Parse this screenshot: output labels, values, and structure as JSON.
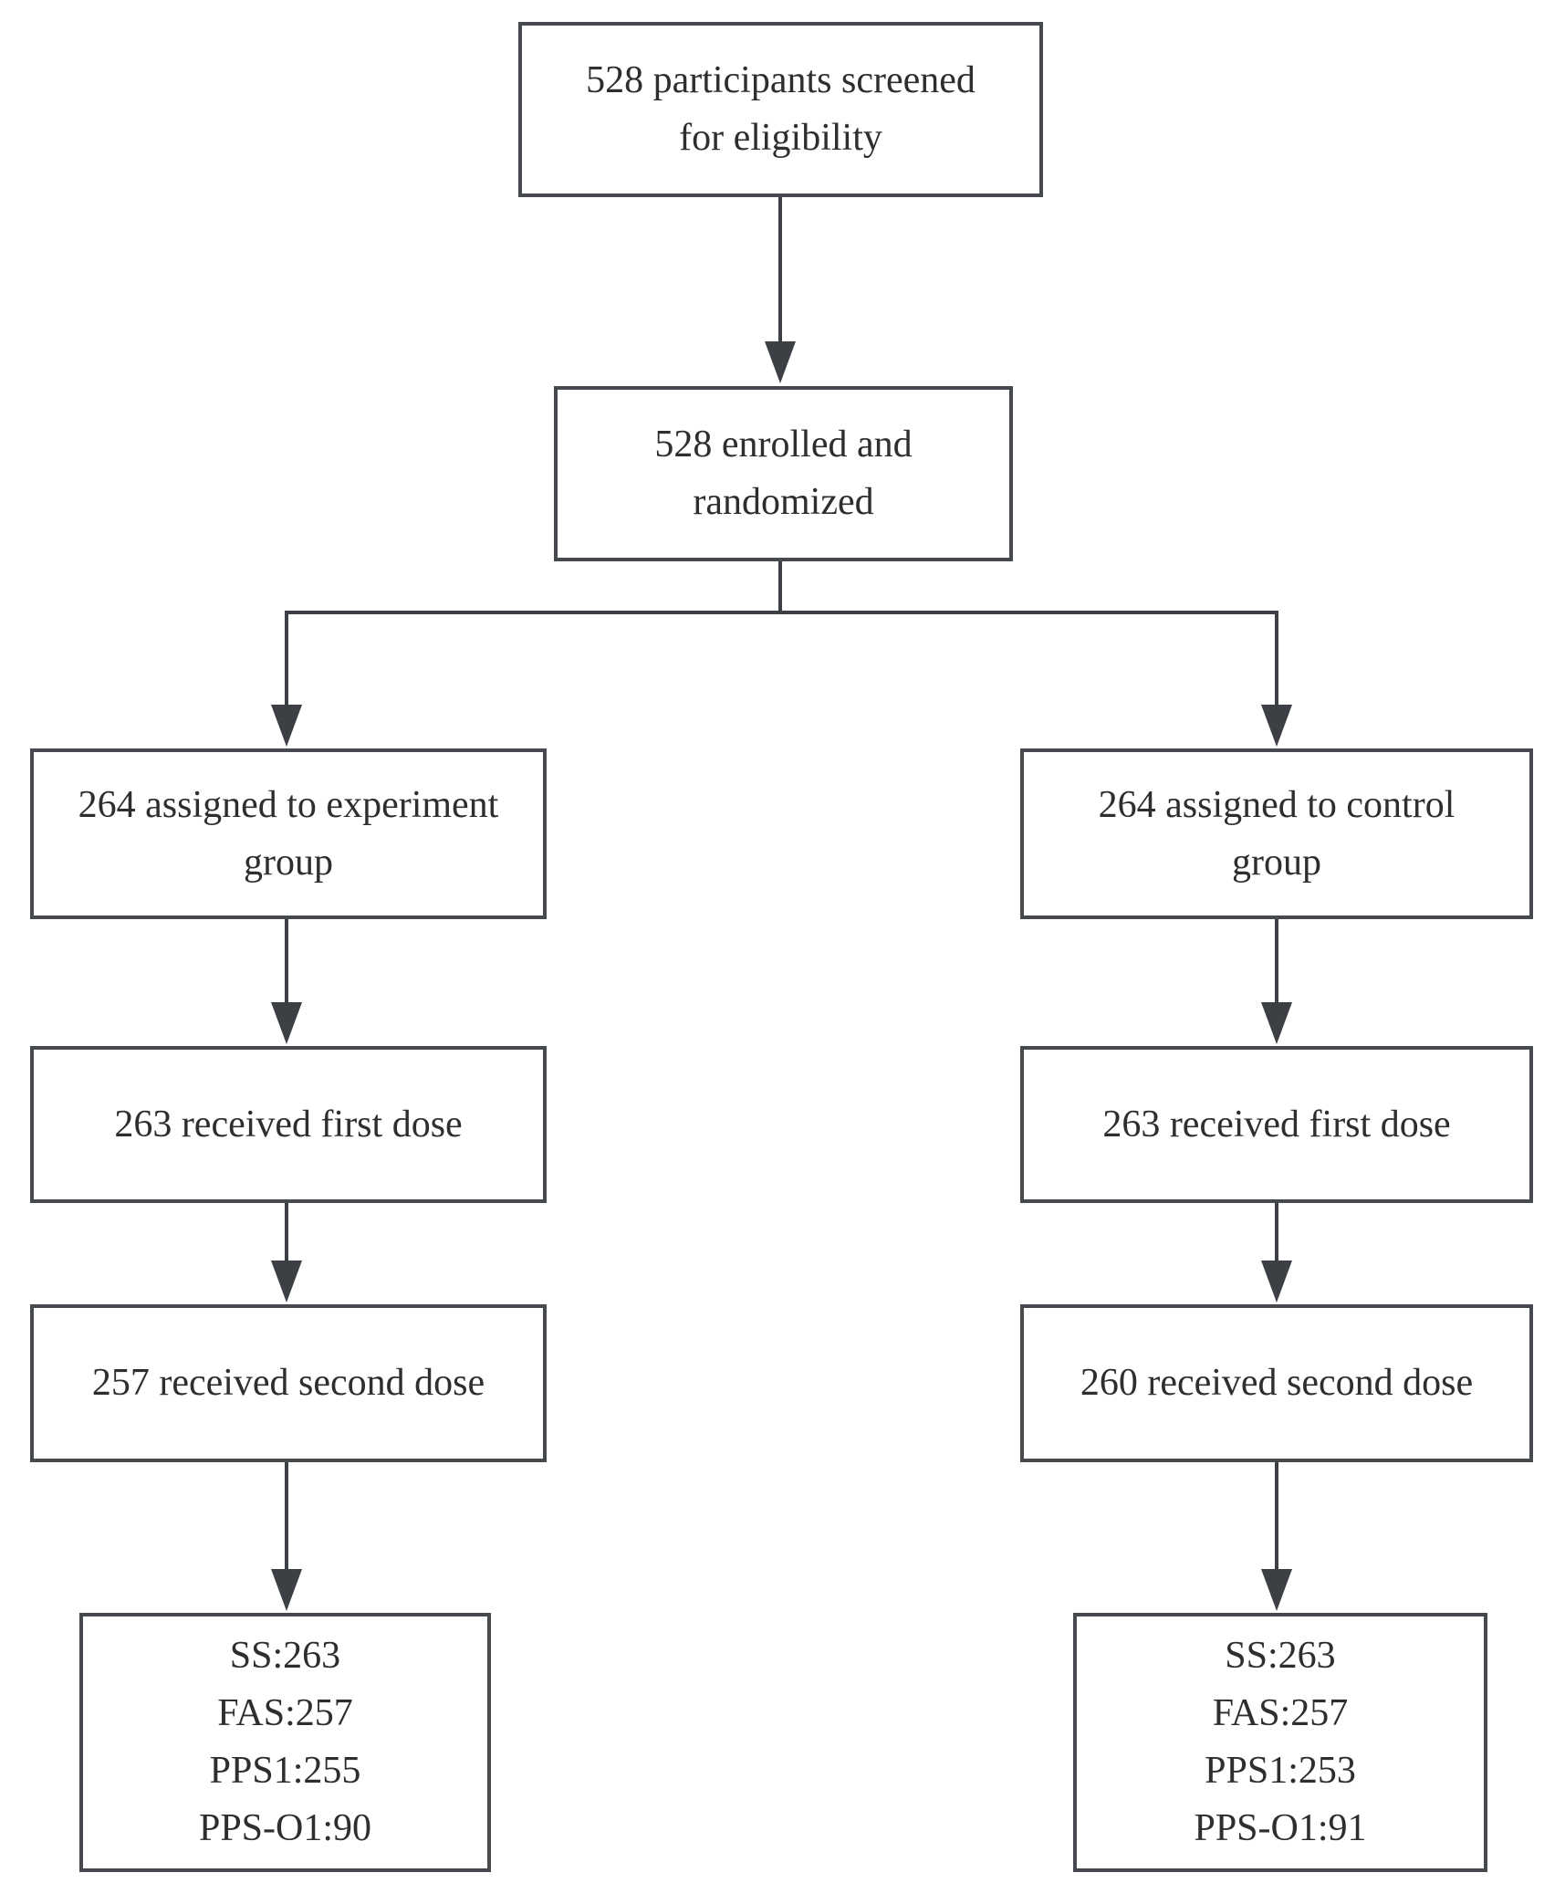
{
  "diagram_type": "flowchart",
  "colors": {
    "line": "#3c3f44",
    "box_border": "#46494e",
    "text": "#2e2e2e",
    "background": "#ffffff"
  },
  "nodes": {
    "screened": {
      "lines": [
        "528 participants screened",
        "for eligibility"
      ]
    },
    "enrolled": {
      "lines": [
        "528 enrolled and",
        "randomized"
      ]
    },
    "exp_assigned": {
      "lines": [
        "264 assigned to experiment",
        "group"
      ]
    },
    "ctl_assigned": {
      "lines": [
        "264 assigned to control",
        "group"
      ]
    },
    "exp_first_dose": {
      "lines": [
        "263 received first dose"
      ]
    },
    "ctl_first_dose": {
      "lines": [
        "263 received first dose"
      ]
    },
    "exp_second_dose": {
      "lines": [
        "257 received second dose"
      ]
    },
    "ctl_second_dose": {
      "lines": [
        "260 received second dose"
      ]
    },
    "exp_analysis": {
      "lines": [
        "SS:263",
        "FAS:257",
        "PPS1:255",
        "PPS-O1:90"
      ]
    },
    "ctl_analysis": {
      "lines": [
        "SS:263",
        "FAS:257",
        "PPS1:253",
        "PPS-O1:91"
      ]
    }
  },
  "edges": [
    {
      "from": "screened",
      "to": "enrolled"
    },
    {
      "from": "enrolled",
      "to": "exp_assigned"
    },
    {
      "from": "enrolled",
      "to": "ctl_assigned"
    },
    {
      "from": "exp_assigned",
      "to": "exp_first_dose"
    },
    {
      "from": "ctl_assigned",
      "to": "ctl_first_dose"
    },
    {
      "from": "exp_first_dose",
      "to": "exp_second_dose"
    },
    {
      "from": "ctl_first_dose",
      "to": "ctl_second_dose"
    },
    {
      "from": "exp_second_dose",
      "to": "exp_analysis"
    },
    {
      "from": "ctl_second_dose",
      "to": "ctl_analysis"
    }
  ]
}
